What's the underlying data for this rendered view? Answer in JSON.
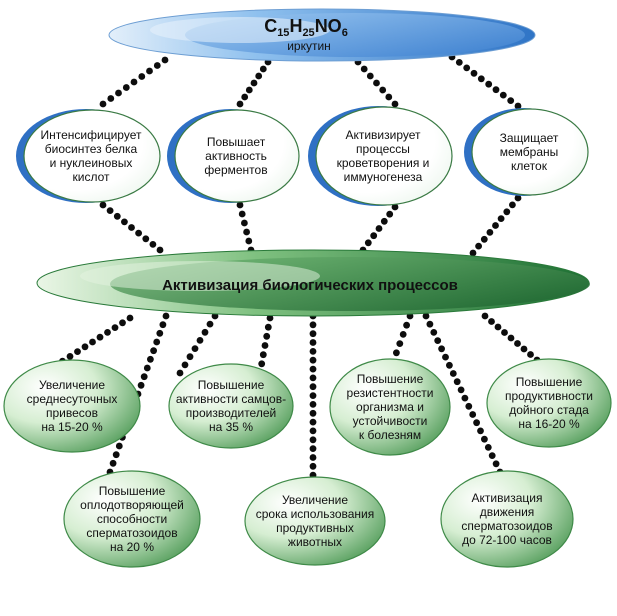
{
  "top": {
    "formula": {
      "c": "C",
      "c_n": "15",
      "h": "H",
      "h_n": "25",
      "no": "NO",
      "o_n": "6"
    },
    "name": "иркутин"
  },
  "effects": [
    {
      "lines": [
        "Интенсифицирует",
        "биосинтез белка",
        "и нуклеиновых",
        "кислот"
      ]
    },
    {
      "lines": [
        "Повышает",
        "активность",
        "ферментов"
      ]
    },
    {
      "lines": [
        "Активизирует",
        "процессы",
        "кроветворения и",
        "иммуногенеза"
      ]
    },
    {
      "lines": [
        "Защищает",
        "мембраны",
        "клеток"
      ]
    }
  ],
  "center": {
    "label": "Активизация биологических процессов"
  },
  "outcomes": [
    {
      "lines": [
        "Увеличение",
        "среднесуточных",
        "привесов",
        "на 15-20 %"
      ]
    },
    {
      "lines": [
        "Повышение",
        "активности самцов-",
        "производителей",
        "на 35 %"
      ]
    },
    {
      "lines": [
        "Повышение",
        "резистентности",
        "организма и",
        "устойчивости",
        "к болезням"
      ]
    },
    {
      "lines": [
        "Повышение",
        "продуктивности",
        "дойного стада",
        "на 16-20 %"
      ]
    },
    {
      "lines": [
        "Повышение",
        "оплодотворяющей",
        "способности",
        "сперматозоидов",
        "на 20 %"
      ]
    },
    {
      "lines": [
        "Увеличение",
        "срока использования",
        "продуктивных",
        "животных"
      ]
    },
    {
      "lines": [
        "Активизация",
        "движения",
        "сперматозоидов",
        "до 72-100 часов"
      ]
    }
  ],
  "colors": {
    "top_light": "#bcd8f3",
    "top_mid": "#6fa9e2",
    "top_dark": "#1f63b8",
    "green_light": "#d7efd3",
    "green_mid": "#4f9b57",
    "green_dark": "#17612a",
    "dots": "#0d0d0d"
  }
}
